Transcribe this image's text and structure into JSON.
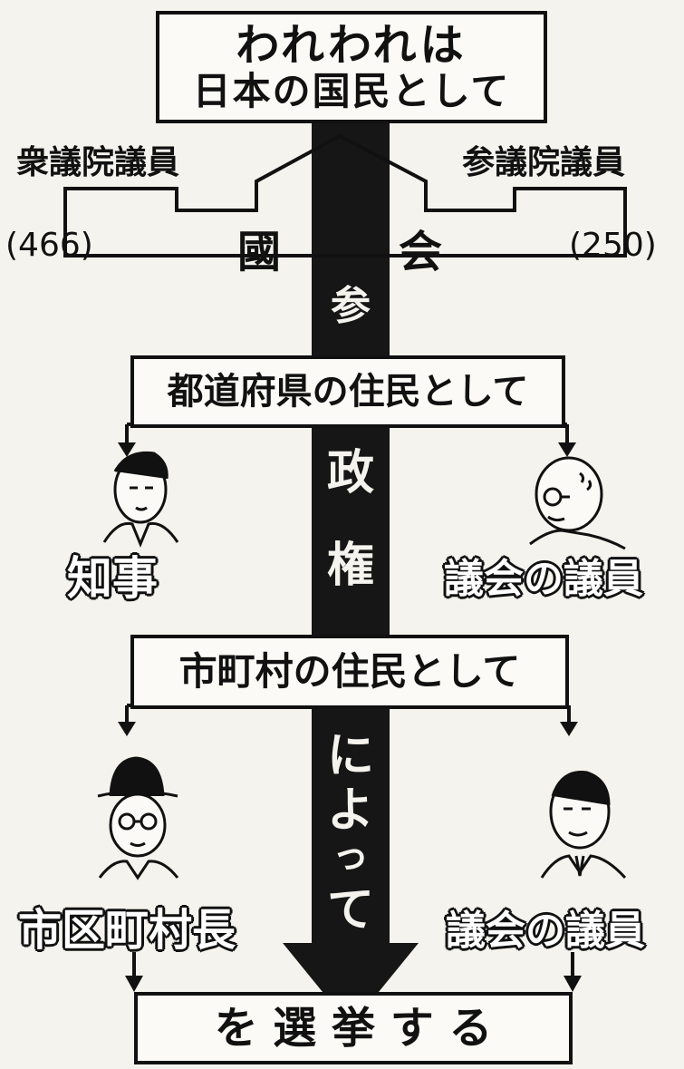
{
  "top_box": {
    "line1": "われわれは",
    "line2": "日本の国民として"
  },
  "diet": {
    "lower_house_label": "衆議院議員",
    "upper_house_label": "参議院議員",
    "lower_count": "(466)",
    "upper_count": "(250)",
    "name_left": "國",
    "name_right": "会"
  },
  "arrow_text": [
    "参",
    "政",
    "権",
    "に",
    "よ",
    "っ",
    "て"
  ],
  "prefecture_box": "都道府県の住民として",
  "governor_label": "知事",
  "prefecture_assembly_label": "議会の議員",
  "municipal_box": "市町村の住民として",
  "mayor_label": "市区町村長",
  "municipal_assembly_label": "議会の議員",
  "bottom_box": "を 選 挙 す る"
}
